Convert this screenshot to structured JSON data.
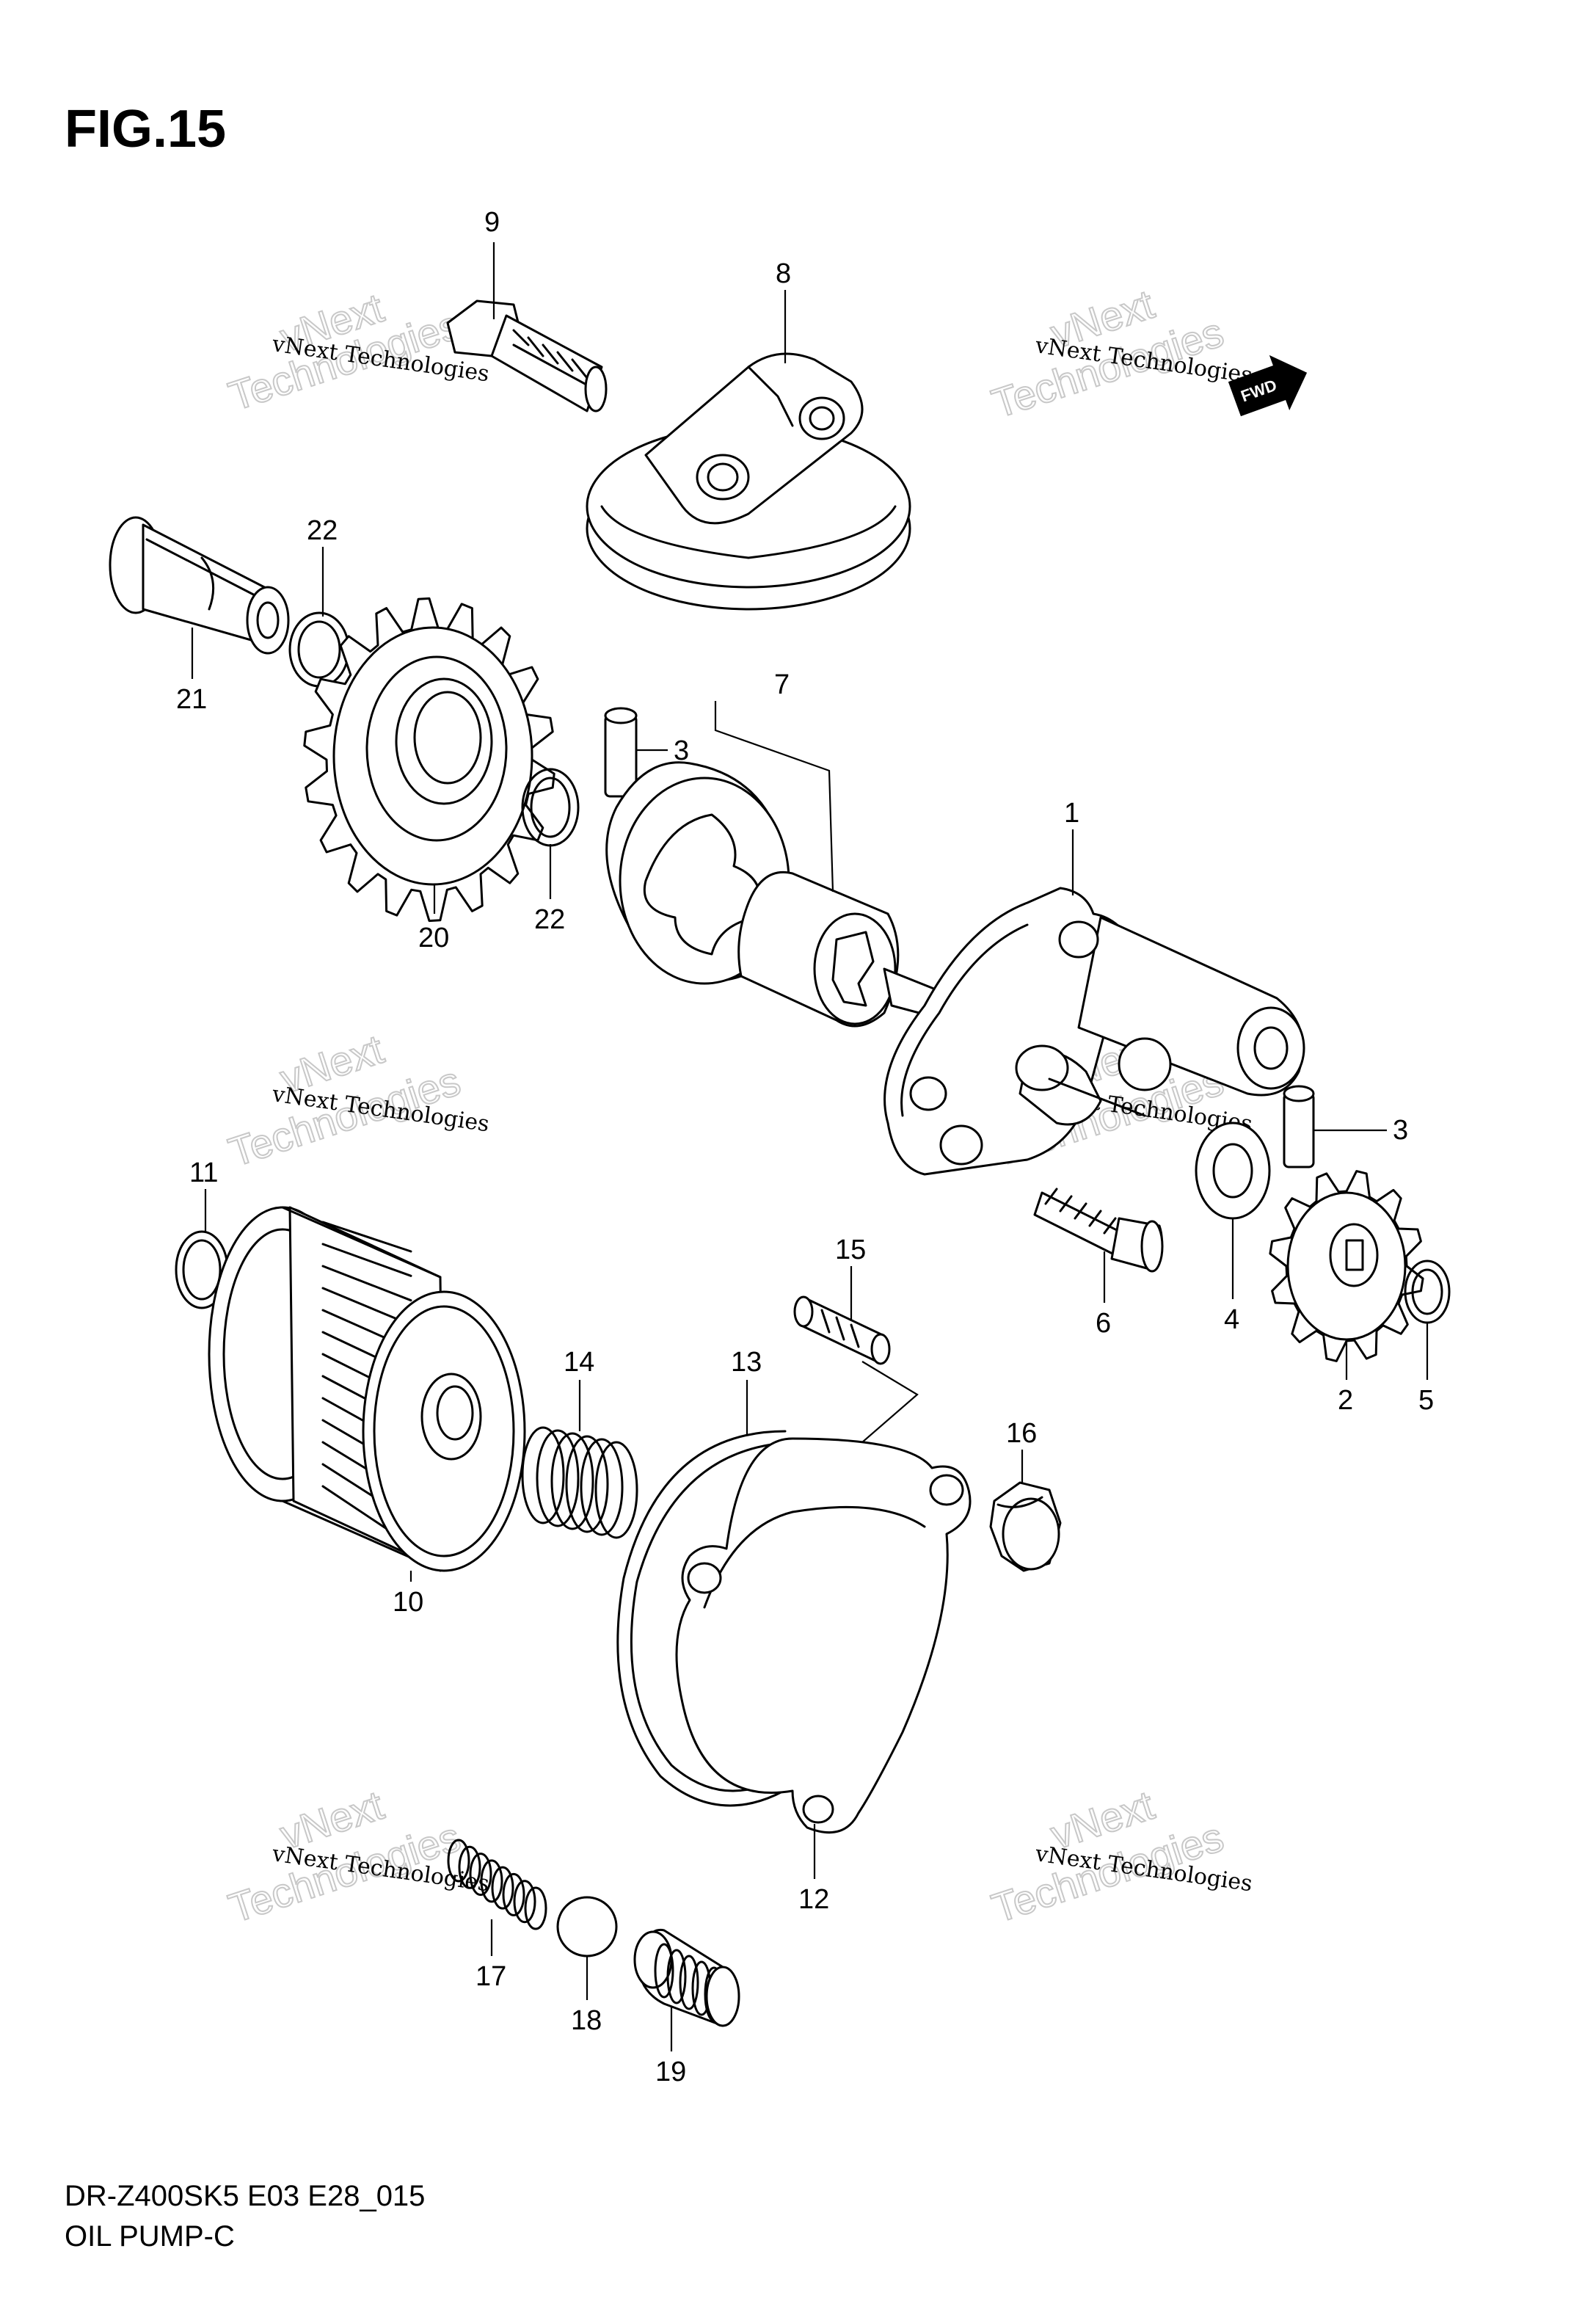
{
  "figure": {
    "title": "FIG.15",
    "model_code": "DR-Z400SK5 E03 E28_015",
    "section_name": "OIL PUMP-C"
  },
  "direction_badge": "FWD",
  "watermark": {
    "small_text": "vNext Technologies",
    "line1": "vNext",
    "line2": "Technologies"
  },
  "callouts": {
    "c1": "1",
    "c2": "2",
    "c3a": "3",
    "c3b": "3",
    "c4": "4",
    "c5": "5",
    "c6": "6",
    "c7": "7",
    "c8": "8",
    "c9": "9",
    "c10": "10",
    "c11": "11",
    "c12": "12",
    "c13": "13",
    "c14": "14",
    "c15": "15",
    "c16": "16",
    "c17": "17",
    "c18": "18",
    "c19": "19",
    "c20": "20",
    "c21": "21",
    "c22a": "22",
    "c22b": "22"
  }
}
